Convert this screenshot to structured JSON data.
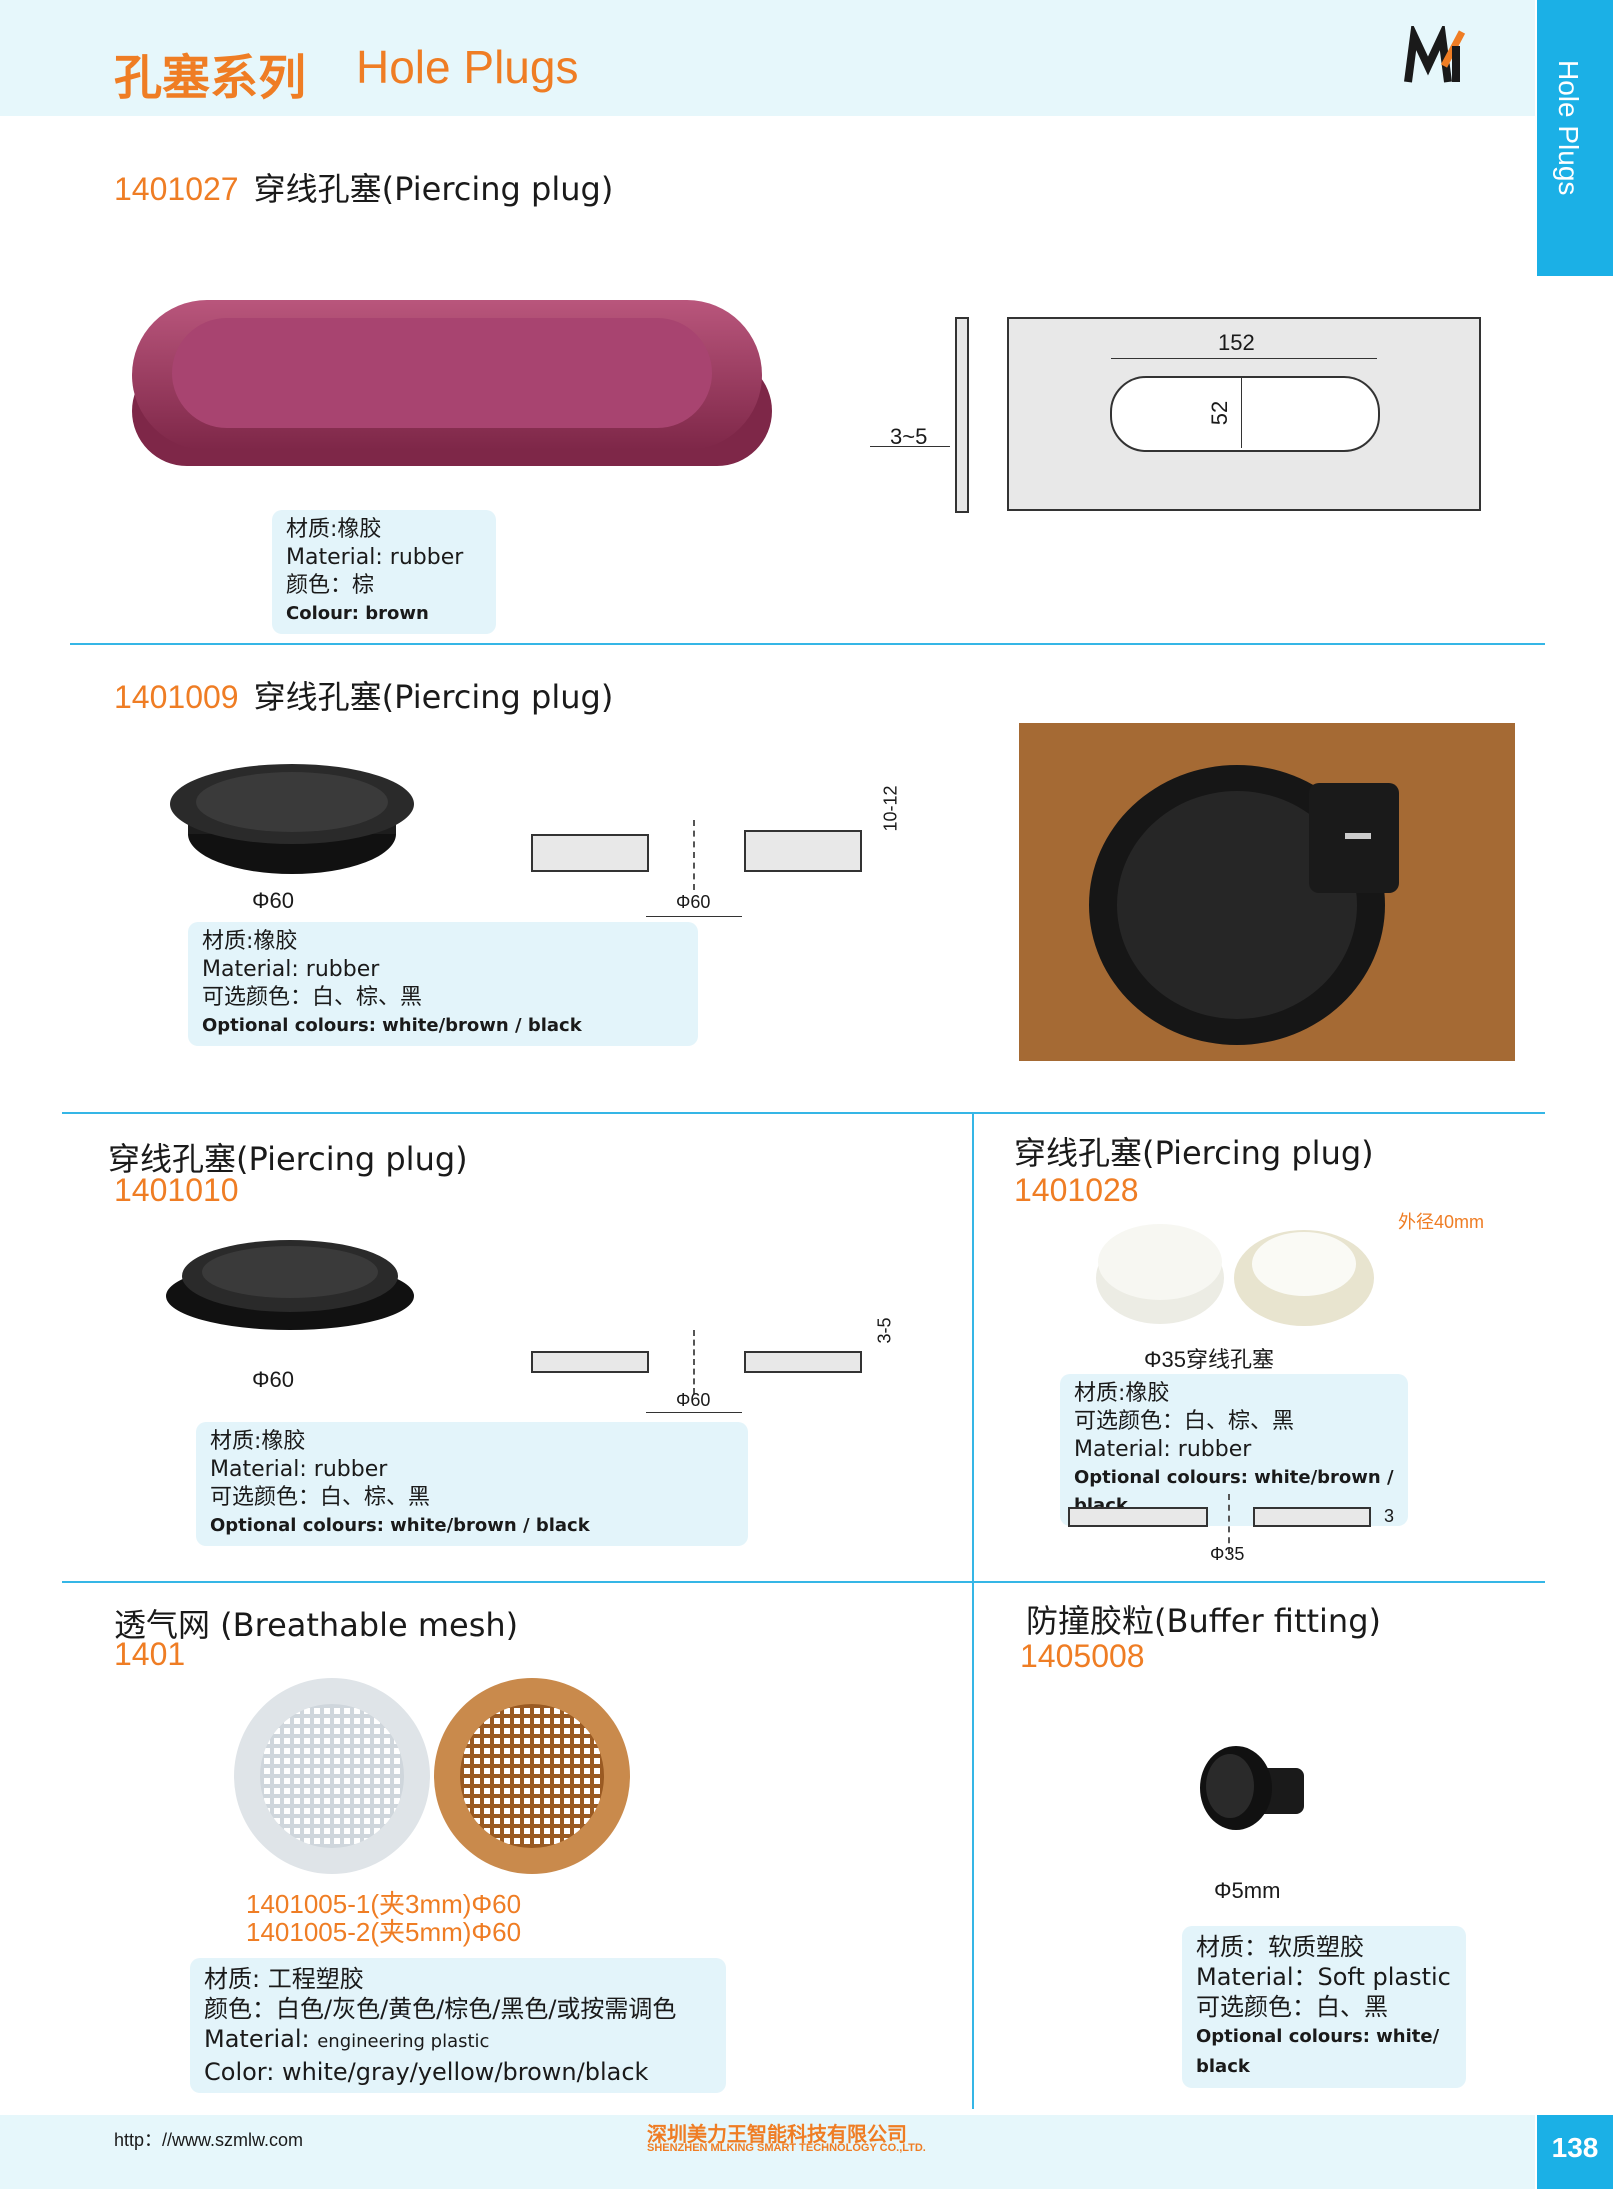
{
  "header": {
    "title_cn": "孔塞系列",
    "title_en": "Hole Plugs",
    "logo": "MLKING logo"
  },
  "side_tab": "Hole Plugs",
  "page_number": "138",
  "footer": {
    "url": "http：//www.szmlw.com",
    "company_cn": "深圳美力王智能科技有限公司",
    "company_en": "SHENZHEN MLKING SMART TECHNOLOGY CO.,LTD."
  },
  "p1": {
    "code": "1401027",
    "title": "穿线孔塞(Piercing plug)",
    "material_cn": "材质:橡胶",
    "material_en": "Material: rubber",
    "color_cn": "颜色：棕",
    "color_en": "Colour: brown",
    "dims": {
      "width": "152",
      "height": "52",
      "thickness": "3~5"
    }
  },
  "p2": {
    "code": "1401009",
    "title": "穿线孔塞(Piercing plug)",
    "diameter": "Φ60",
    "material_cn": "材质:橡胶",
    "material_en": "Material: rubber",
    "color_cn": "可选颜色：白、棕、黑",
    "color_en": "Optional colours: white/brown / black",
    "dims": {
      "hole": "Φ60",
      "thickness": "10-12"
    }
  },
  "p3": {
    "code": "1401010",
    "title": "穿线孔塞(Piercing plug)",
    "diameter": "Φ60",
    "material_cn": "材质:橡胶",
    "material_en": "Material: rubber",
    "color_cn": "可选颜色：白、棕、黑",
    "color_en": "Optional colours: white/brown / black",
    "dims": {
      "hole": "Φ60",
      "thickness": "3-5"
    }
  },
  "p4": {
    "code": "1401028",
    "title": "穿线孔塞(Piercing plug)",
    "outer_note": "外径40mm",
    "caption": "Φ35穿线孔塞",
    "material_cn": "材质:橡胶",
    "color_cn": "可选颜色：白、棕、黑",
    "material_en": "Material: rubber",
    "color_en": "Optional colours: white/brown / black",
    "dims": {
      "hole": "Φ35",
      "thickness": "3"
    }
  },
  "p5": {
    "code": "1401",
    "title": "透气网 (Breathable mesh)",
    "variant1": "1401005-1(夹3mm)Φ60",
    "variant2": "1401005-2(夹5mm)Φ60",
    "material_cn": "材质: 工程塑胶",
    "color_cn": "颜色：白色/灰色/黄色/棕色/黑色/或按需调色",
    "material_label": "Material:",
    "material_en": "engineering plastic",
    "color_en": "Color: white/gray/yellow/brown/black"
  },
  "p6": {
    "code": "1405008",
    "title": "防撞胶粒(Buffer fitting)",
    "diameter": "Φ5mm",
    "material_cn": "材质：软质塑胶",
    "material_en": "Material：Soft plastic",
    "color_cn": "可选颜色：白、黑",
    "color_en": "Optional colours: white/ black"
  }
}
